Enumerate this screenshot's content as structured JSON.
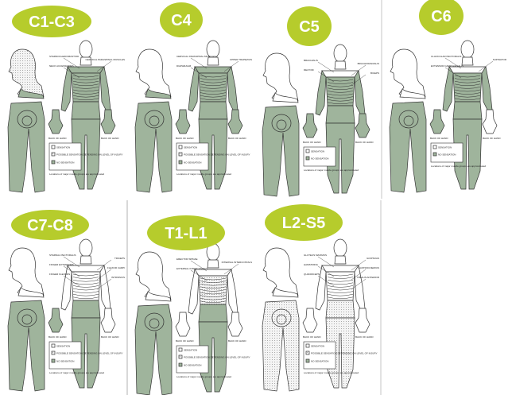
{
  "colors": {
    "badge": "#b6cc2c",
    "no_sensation": "#9fb49c",
    "outline": "#333333",
    "divider": "#d8d8d8"
  },
  "legend": {
    "sensation": "SENSATION",
    "possible": "POSSIBLE SENSATION DEPENDING ON LEVEL OF INJURY",
    "no_sensation": "NO SENSATION",
    "note": "Locations of major muscle groups are approximated"
  },
  "hand_label": "BACK OF HAND",
  "panels": [
    {
      "label": "C1-C3",
      "muscles": [
        "STERNOCLEIDOMASTOID",
        "CERVICAL PARASPINAL MUSCLES",
        "NECK ACCESSORIES"
      ],
      "fill": {
        "head": false,
        "upper": true,
        "arms": true,
        "hands": true,
        "lower": true
      },
      "legend_possible": true
    },
    {
      "label": "C4",
      "muscles": [
        "CERVICAL PARASPINAL MUSCLES",
        "UPPER TRAPEZIUS",
        "DIAPHRAGM"
      ],
      "fill": {
        "head": false,
        "upper": true,
        "arms": true,
        "hands": true,
        "lower": true
      },
      "legend_possible": true
    },
    {
      "label": "C5",
      "muscles": [
        "BRACHIALIS",
        "BRACHIORADIALIS",
        "DELTOID",
        "BICEPS"
      ],
      "fill": {
        "head": false,
        "upper": false,
        "arms": true,
        "hands": true,
        "lower": true
      },
      "legend_possible": false
    },
    {
      "label": "C6",
      "muscles": [
        "CLAVICULAR PECTORALIS",
        "SUPINATOR",
        "EXTENSOR CARPI RADIALIS"
      ],
      "fill": {
        "head": false,
        "upper": false,
        "arms": true,
        "hands": "partial",
        "lower": true
      },
      "legend_possible": false
    },
    {
      "label": "C7-C8",
      "muscles": [
        "STERNAL PECTORALIS",
        "TRICEPS",
        "FINGER EXTENSORS",
        "FLEXOR CARPI",
        "FINGER FLEXORS",
        "INTRINSICS"
      ],
      "fill": {
        "head": false,
        "upper": false,
        "arms": false,
        "hands": "partial",
        "lower": true
      },
      "legend_possible": true
    },
    {
      "label": "T1-L1",
      "muscles": [
        "ERECTOR SPINAE",
        "INTERNAL INTERCOSTALS",
        "EXTERNAL INTERCOSTALS"
      ],
      "fill": {
        "head": false,
        "upper": false,
        "arms": false,
        "hands": false,
        "lower": true,
        "trunk_dotted": true
      },
      "legend_possible": true
    },
    {
      "label": "L2-S5",
      "muscles": [
        "GLUTEUS MAXIMUS",
        "ILIOPSOAS",
        "HAMSTRING",
        "GASTROCNEMIUS",
        "QUADRICEPS",
        "TIBIALIS ANTERIOR"
      ],
      "fill": {
        "head": false,
        "upper": false,
        "arms": false,
        "hands": false,
        "lower": false,
        "lower_dotted": true
      },
      "legend_possible": true
    }
  ]
}
